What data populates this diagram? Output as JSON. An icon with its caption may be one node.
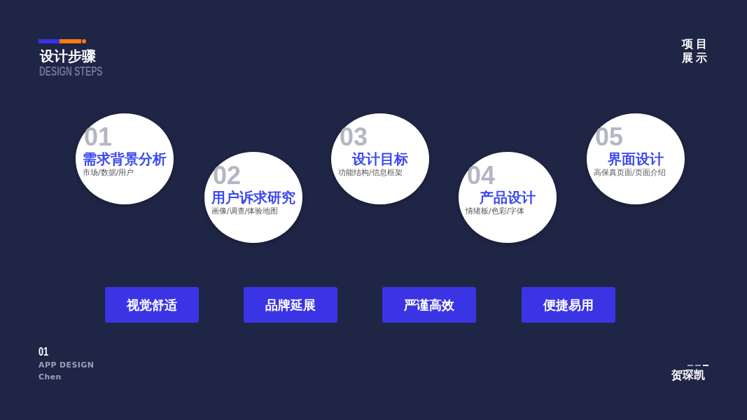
{
  "diagram": {
    "title": "设计步骤",
    "nodes": [
      {
        "text": [
          "01",
          "需求背景分析",
          "市场/数据/用户"
        ]
      },
      {
        "text": [
          "02",
          "用户诉求研究",
          "画像/调查/体验地图"
        ]
      },
      {
        "text": [
          "03",
          "设计目标",
          "功能结构/信息框架"
        ]
      },
      {
        "text": [
          "04",
          "产品设计",
          "情绪板/色彩/字体"
        ]
      },
      {
        "text": [
          "05",
          "界面设计",
          "高保真页面/页面介绍"
        ]
      },
      {
        "text": [
          "视觉舒适"
        ]
      },
      {
        "text": [
          "品牌延展"
        ]
      },
      {
        "text": [
          "严谨高效"
        ]
      },
      {
        "text": [
          "便捷易用"
        ]
      }
    ],
    "labels": [
      "DESIGN STEPS",
      "项目展示",
      "01",
      "APP DESIGN",
      "Chen",
      "贺琛凯"
    ]
  }
}
